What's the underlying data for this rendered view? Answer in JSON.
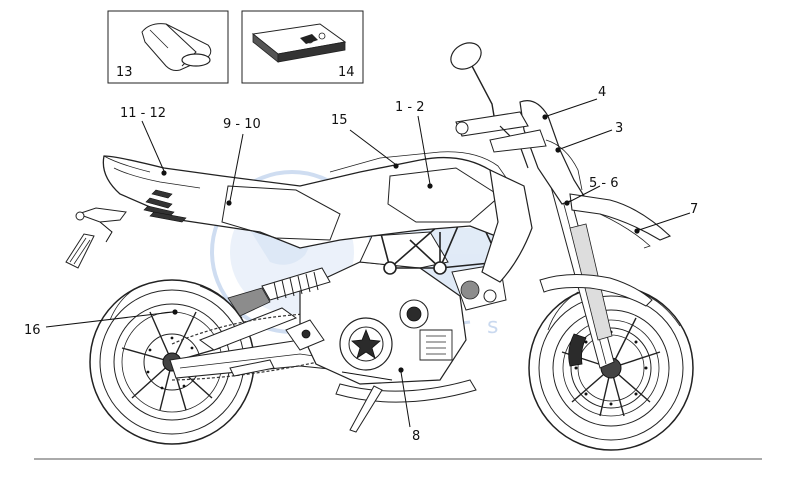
{
  "callouts": {
    "c1_2": "1 - 2",
    "c3": "3",
    "c4": "4",
    "c5_6": "5 - 6",
    "c7": "7",
    "c8": "8",
    "c9_10": "9 - 10",
    "c11_12": "11 - 12",
    "c13": "13",
    "c14": "14",
    "c15": "15",
    "c16": "16"
  },
  "watermark": {
    "brand_lower": "s"
  }
}
